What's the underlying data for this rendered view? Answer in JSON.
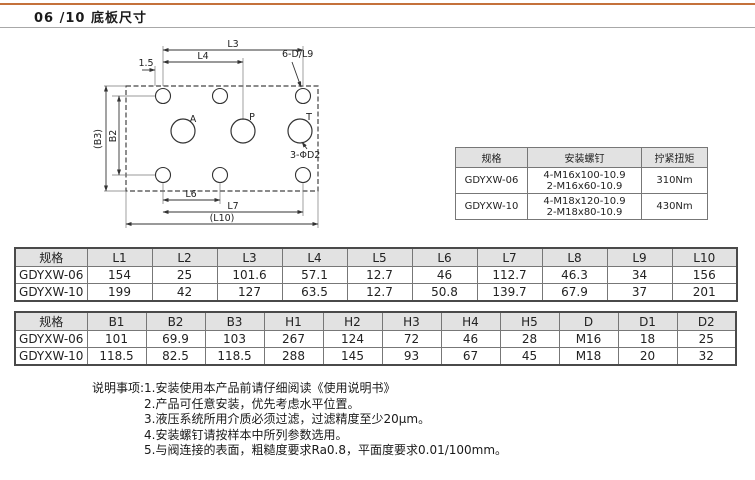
{
  "page": {
    "title": "06 /10 底板尺寸"
  },
  "colors": {
    "accent": "#c4713b",
    "table_header_bg": "#e2e2e2"
  },
  "drawing": {
    "labels": {
      "l3": "L3",
      "l4": "L4",
      "d1_5": "1.5",
      "holes6": "6-D/L9",
      "a": "A",
      "p": "P",
      "t": "T",
      "b3": "(B3)",
      "b2": "B2",
      "holes3": "3-ΦD2",
      "l6": "L6",
      "l7": "L7",
      "l10": "(L10)"
    }
  },
  "screw_table": {
    "headers": [
      "规格",
      "安装螺钉",
      "拧紧扭矩"
    ],
    "rows": [
      {
        "spec": "GDYXW-06",
        "screw1": "4-M16x100-10.9",
        "screw2": "2-M16x60-10.9",
        "torque": "310Nm"
      },
      {
        "spec": "GDYXW-10",
        "screw1": "4-M18x120-10.9",
        "screw2": "2-M18x80-10.9",
        "torque": "430Nm"
      }
    ]
  },
  "l_table": {
    "headers": [
      "规格",
      "L1",
      "L2",
      "L3",
      "L4",
      "L5",
      "L6",
      "L7",
      "L8",
      "L9",
      "L10"
    ],
    "rows": [
      [
        "GDYXW-06",
        "154",
        "25",
        "101.6",
        "57.1",
        "12.7",
        "46",
        "112.7",
        "46.3",
        "34",
        "156"
      ],
      [
        "GDYXW-10",
        "199",
        "42",
        "127",
        "63.5",
        "12.7",
        "50.8",
        "139.7",
        "67.9",
        "37",
        "201"
      ]
    ]
  },
  "b_table": {
    "headers": [
      "规格",
      "B1",
      "B2",
      "B3",
      "H1",
      "H2",
      "H3",
      "H4",
      "H5",
      "D",
      "D1",
      "D2"
    ],
    "rows": [
      [
        "GDYXW-06",
        "101",
        "69.9",
        "103",
        "267",
        "124",
        "72",
        "46",
        "28",
        "M16",
        "18",
        "25"
      ],
      [
        "GDYXW-10",
        "118.5",
        "82.5",
        "118.5",
        "288",
        "145",
        "93",
        "67",
        "45",
        "M18",
        "20",
        "32"
      ]
    ]
  },
  "notes": {
    "label": "说明事项:",
    "items": [
      "1.安装使用本产品前请仔细阅读《使用说明书》",
      "2.产品可任意安装，优先考虑水平位置。",
      "3.液压系统所用介质必须过滤，过滤精度至少20μm。",
      "4.安装螺钉请按样本中所列参数选用。",
      "5.与阀连接的表面，粗糙度要求Ra0.8，平面度要求0.01/100mm。"
    ]
  }
}
